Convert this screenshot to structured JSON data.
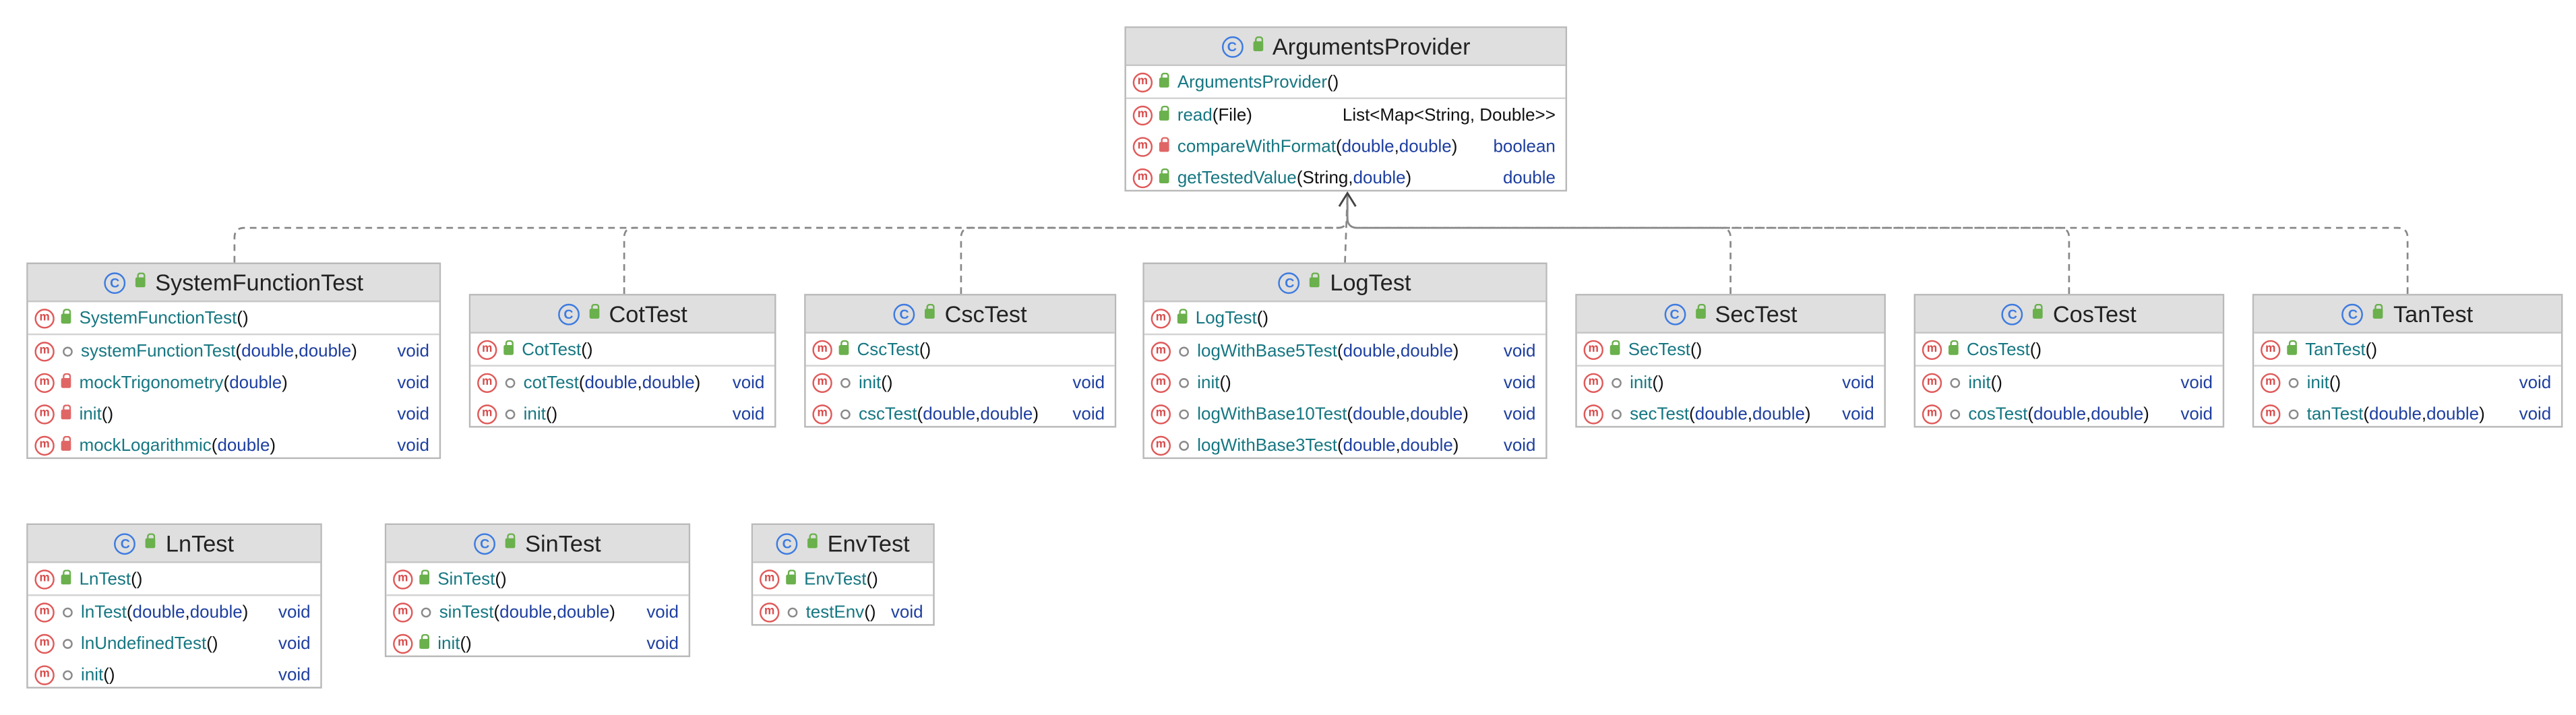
{
  "classes": [
    {
      "id": "ArgumentsProvider",
      "name": "ArgumentsProvider",
      "members": [
        {
          "vis": "public",
          "name": "ArgumentsProvider",
          "params": [],
          "ret": "",
          "ctor": true
        },
        {
          "vis": "public",
          "name": "read",
          "params": [
            "File"
          ],
          "ret": "List<Map<String, Double>>"
        },
        {
          "vis": "private",
          "name": "compareWithFormat",
          "params": [
            "double",
            "double"
          ],
          "ret": "boolean"
        },
        {
          "vis": "public",
          "name": "getTestedValue",
          "params": [
            "String",
            "double"
          ],
          "ret": "double"
        }
      ]
    },
    {
      "id": "SystemFunctionTest",
      "name": "SystemFunctionTest",
      "members": [
        {
          "vis": "public",
          "name": "SystemFunctionTest",
          "params": [],
          "ret": "",
          "ctor": true
        },
        {
          "vis": "package",
          "name": "systemFunctionTest",
          "params": [
            "double",
            "double"
          ],
          "ret": "void"
        },
        {
          "vis": "private",
          "name": "mockTrigonometry",
          "params": [
            "double"
          ],
          "ret": "void"
        },
        {
          "vis": "private",
          "name": "init",
          "params": [],
          "ret": "void"
        },
        {
          "vis": "private",
          "name": "mockLogarithmic",
          "params": [
            "double"
          ],
          "ret": "void"
        }
      ]
    },
    {
      "id": "CotTest",
      "name": "CotTest",
      "members": [
        {
          "vis": "public",
          "name": "CotTest",
          "params": [],
          "ret": "",
          "ctor": true
        },
        {
          "vis": "package",
          "name": "cotTest",
          "params": [
            "double",
            "double"
          ],
          "ret": "void"
        },
        {
          "vis": "package",
          "name": "init",
          "params": [],
          "ret": "void"
        }
      ]
    },
    {
      "id": "CscTest",
      "name": "CscTest",
      "members": [
        {
          "vis": "public",
          "name": "CscTest",
          "params": [],
          "ret": "",
          "ctor": true
        },
        {
          "vis": "package",
          "name": "init",
          "params": [],
          "ret": "void"
        },
        {
          "vis": "package",
          "name": "cscTest",
          "params": [
            "double",
            "double"
          ],
          "ret": "void"
        }
      ]
    },
    {
      "id": "LogTest",
      "name": "LogTest",
      "members": [
        {
          "vis": "public",
          "name": "LogTest",
          "params": [],
          "ret": "",
          "ctor": true
        },
        {
          "vis": "package",
          "name": "logWithBase5Test",
          "params": [
            "double",
            "double"
          ],
          "ret": "void"
        },
        {
          "vis": "package",
          "name": "init",
          "params": [],
          "ret": "void"
        },
        {
          "vis": "package",
          "name": "logWithBase10Test",
          "params": [
            "double",
            "double"
          ],
          "ret": "void"
        },
        {
          "vis": "package",
          "name": "logWithBase3Test",
          "params": [
            "double",
            "double"
          ],
          "ret": "void"
        }
      ]
    },
    {
      "id": "SecTest",
      "name": "SecTest",
      "members": [
        {
          "vis": "public",
          "name": "SecTest",
          "params": [],
          "ret": "",
          "ctor": true
        },
        {
          "vis": "package",
          "name": "init",
          "params": [],
          "ret": "void"
        },
        {
          "vis": "package",
          "name": "secTest",
          "params": [
            "double",
            "double"
          ],
          "ret": "void"
        }
      ]
    },
    {
      "id": "CosTest",
      "name": "CosTest",
      "members": [
        {
          "vis": "public",
          "name": "CosTest",
          "params": [],
          "ret": "",
          "ctor": true
        },
        {
          "vis": "package",
          "name": "init",
          "params": [],
          "ret": "void"
        },
        {
          "vis": "package",
          "name": "cosTest",
          "params": [
            "double",
            "double"
          ],
          "ret": "void"
        }
      ]
    },
    {
      "id": "TanTest",
      "name": "TanTest",
      "members": [
        {
          "vis": "public",
          "name": "TanTest",
          "params": [],
          "ret": "",
          "ctor": true
        },
        {
          "vis": "package",
          "name": "init",
          "params": [],
          "ret": "void"
        },
        {
          "vis": "package",
          "name": "tanTest",
          "params": [
            "double",
            "double"
          ],
          "ret": "void"
        }
      ]
    },
    {
      "id": "LnTest",
      "name": "LnTest",
      "members": [
        {
          "vis": "public",
          "name": "LnTest",
          "params": [],
          "ret": "",
          "ctor": true
        },
        {
          "vis": "package",
          "name": "lnTest",
          "params": [
            "double",
            "double"
          ],
          "ret": "void"
        },
        {
          "vis": "package",
          "name": "lnUndefinedTest",
          "params": [],
          "ret": "void"
        },
        {
          "vis": "package",
          "name": "init",
          "params": [],
          "ret": "void"
        }
      ]
    },
    {
      "id": "SinTest",
      "name": "SinTest",
      "members": [
        {
          "vis": "public",
          "name": "SinTest",
          "params": [],
          "ret": "",
          "ctor": true
        },
        {
          "vis": "package",
          "name": "sinTest",
          "params": [
            "double",
            "double"
          ],
          "ret": "void"
        },
        {
          "vis": "public",
          "name": "init",
          "params": [],
          "ret": "void"
        }
      ]
    },
    {
      "id": "EnvTest",
      "name": "EnvTest",
      "members": [
        {
          "vis": "public",
          "name": "EnvTest",
          "params": [],
          "ret": "",
          "ctor": true
        },
        {
          "vis": "package",
          "name": "testEnv",
          "params": [],
          "ret": "void"
        }
      ]
    }
  ],
  "dependencies": [
    {
      "from": "SystemFunctionTest",
      "to": "ArgumentsProvider"
    },
    {
      "from": "CotTest",
      "to": "ArgumentsProvider"
    },
    {
      "from": "CscTest",
      "to": "ArgumentsProvider"
    },
    {
      "from": "LogTest",
      "to": "ArgumentsProvider"
    },
    {
      "from": "SecTest",
      "to": "ArgumentsProvider"
    },
    {
      "from": "CosTest",
      "to": "ArgumentsProvider"
    },
    {
      "from": "TanTest",
      "to": "ArgumentsProvider"
    }
  ],
  "colors": {
    "class_icon": "#3d7be0",
    "method_icon": "#e05a5a",
    "public_marker": "#6ab04c",
    "private_marker": "#e06666",
    "method_name": "#167782",
    "keyword": "#1e3fa0",
    "header_bg": "#dfdfdf",
    "edge": "#888888"
  },
  "icons": {
    "class": "class-c-icon",
    "method": "method-m-icon"
  }
}
